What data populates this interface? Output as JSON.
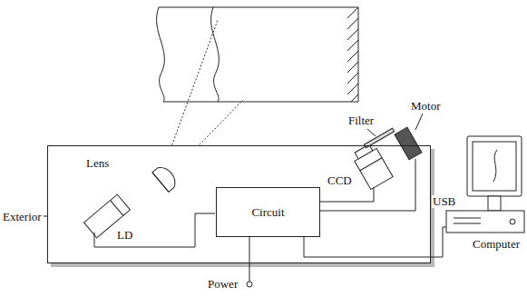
{
  "diagram": {
    "nodes": [
      {
        "text": [
          "Exterior"
        ]
      },
      {
        "text": [
          "Circuit"
        ],
        "in": 0
      }
    ],
    "labels": [
      "Lens",
      "LD",
      "Filter",
      "Motor",
      "CCD",
      "USB",
      "Computer",
      "Power"
    ]
  }
}
